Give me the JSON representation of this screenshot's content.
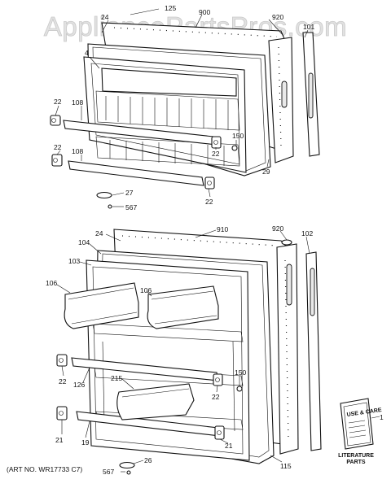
{
  "watermark": "AppliancePartsPros.com",
  "art_number": "(ART NO. WR17733 C7)",
  "booklet_caption": [
    "LITERATURE",
    "PARTS"
  ],
  "booklet_text": "USE & CARE",
  "top_callouts": [
    "125",
    "900",
    "920",
    "24",
    "4",
    "101",
    "22",
    "108",
    "150",
    "22",
    "22",
    "108",
    "29",
    "27",
    "22",
    "567"
  ],
  "bottom_callouts": [
    "910",
    "24",
    "920",
    "102",
    "104",
    "103",
    "106",
    "106",
    "22",
    "126",
    "215",
    "150",
    "22",
    "21",
    "19",
    "21",
    "115",
    "1",
    "567",
    "26"
  ]
}
